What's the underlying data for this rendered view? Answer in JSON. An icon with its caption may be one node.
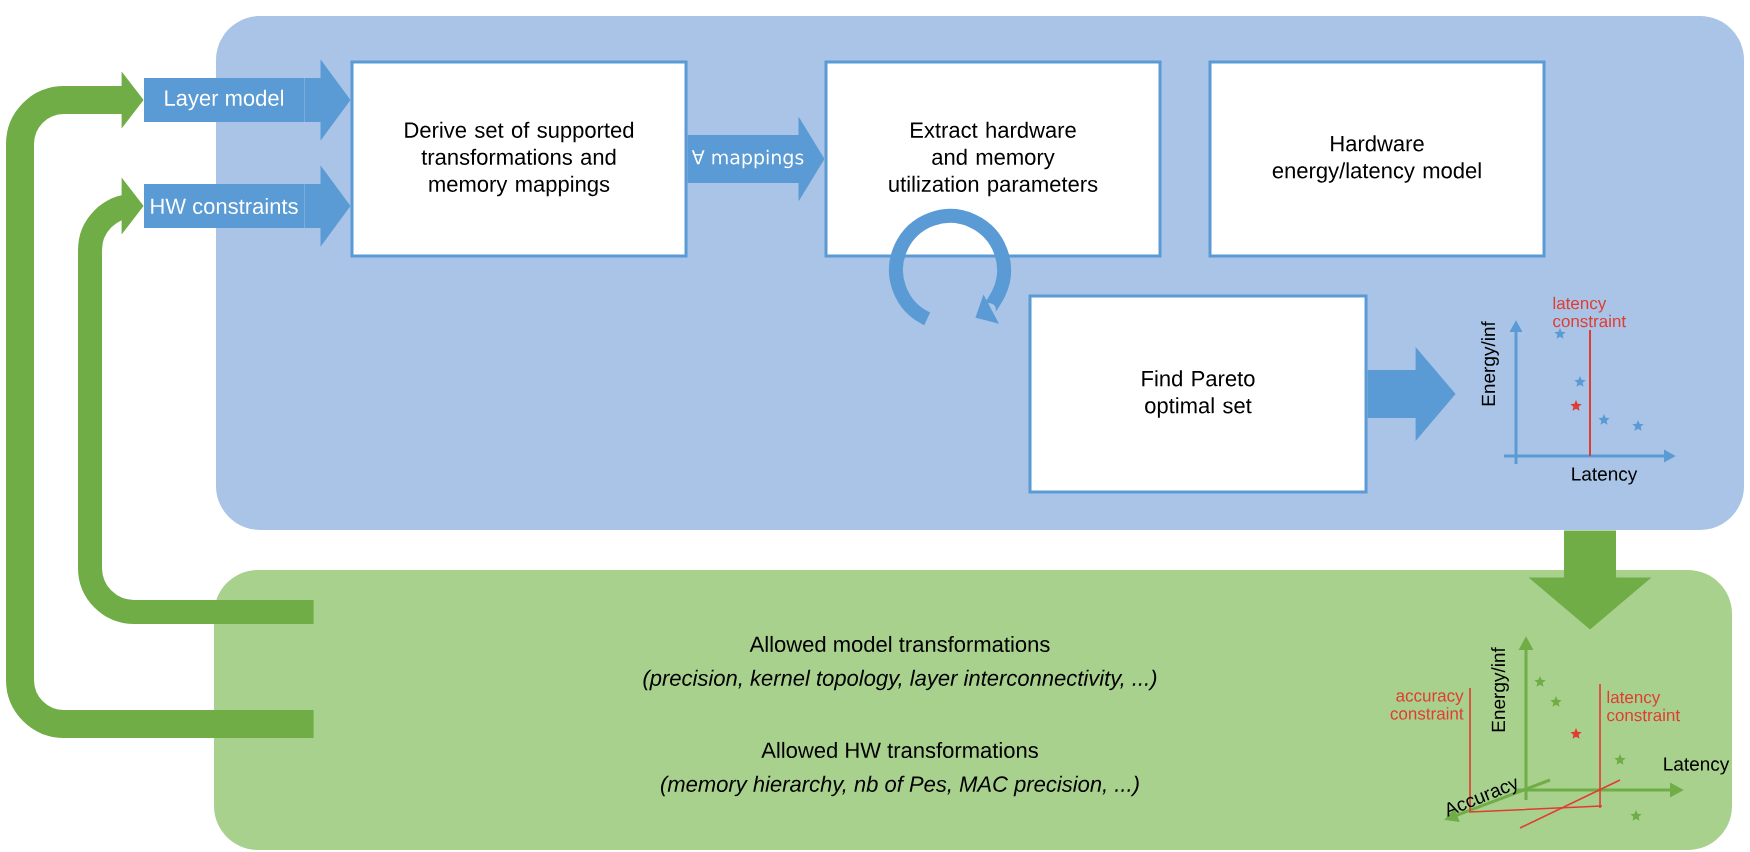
{
  "diagram": {
    "nodes": [
      {
        "text": [],
        "shape": "box"
      },
      {
        "text": [
          "Layer model"
        ]
      },
      {
        "text": [
          "HW constraints"
        ]
      },
      {
        "text": [
          "Derive set of supported transformations and memory mappings"
        ],
        "in": 0
      },
      {
        "text": [
          "Extract hardware and memory utilization parameters"
        ],
        "in": 0
      },
      {
        "text": [
          "Hardware energy/latency model"
        ],
        "in": 0
      },
      {
        "text": [
          "Find Pareto optimal set"
        ],
        "in": 0
      },
      {
        "text": [
          "latency constraint",
          "Energy/inf",
          "Latency"
        ],
        "in": 0
      },
      {
        "text": [
          "Allowed model transformations",
          "(precision, kernel topology, layer interconnectivity, ...)",
          "Allowed HW transformations",
          "(memory hierarchy, nb of Pes, MAC precision, ...)"
        ]
      },
      {
        "text": [
          "Energy/inf",
          "accuracy constraint",
          "latency constraint",
          "Latency",
          "Accuracy"
        ],
        "in": 8
      }
    ],
    "edges": [
      {
        "from": 1,
        "to": 3,
        "arrow": "to",
        "color": "#5b9bd5"
      },
      {
        "from": 2,
        "to": 3,
        "arrow": "to",
        "color": "#5b9bd5"
      },
      {
        "from": 3,
        "to": 4,
        "arrow": "to",
        "label": "∀ mappings",
        "color": "#5b9bd5"
      },
      {
        "from": 6,
        "to": 7,
        "arrow": "to",
        "color": "#5b9bd5"
      },
      {
        "from": 0,
        "to": 8,
        "arrow": "to",
        "color": "#70ad47"
      },
      {
        "from": 8,
        "to": 1,
        "arrow": "to",
        "color": "#70ad47"
      },
      {
        "from": 8,
        "to": 2,
        "arrow": "to",
        "color": "#70ad47"
      }
    ]
  }
}
